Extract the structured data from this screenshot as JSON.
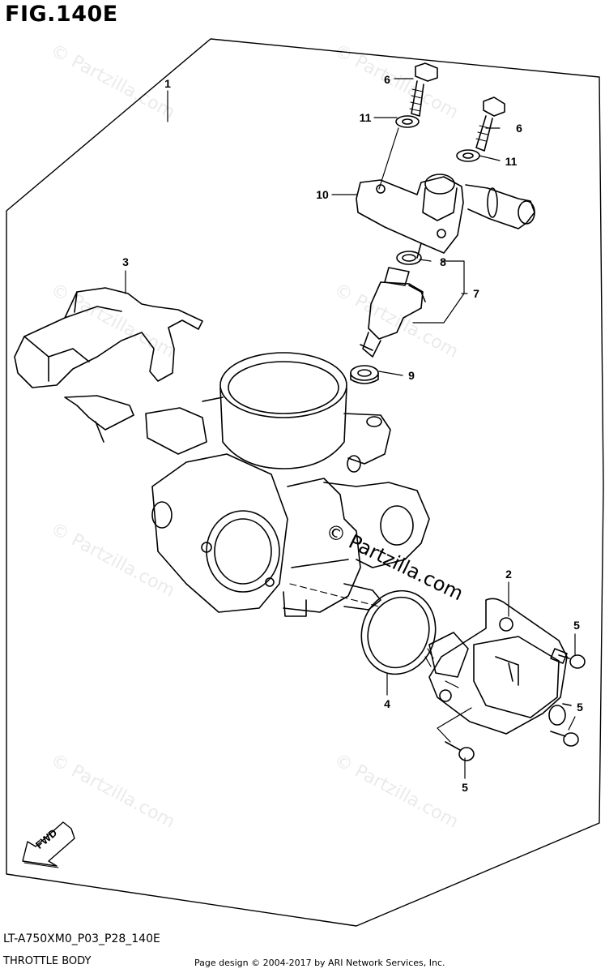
{
  "figure": {
    "title": "FIG.140E",
    "code": "LT-A750XM0_P03_P28_140E",
    "name": "THROTTLE BODY"
  },
  "footer": {
    "credit": "Page design © 2004-2017 by ARI Network Services, Inc."
  },
  "watermark": {
    "text": "© Partzilla.com"
  },
  "fwd_label": "FWD",
  "callouts": [
    {
      "id": "c1",
      "text": "1"
    },
    {
      "id": "c2",
      "text": "2"
    },
    {
      "id": "c3",
      "text": "3"
    },
    {
      "id": "c4",
      "text": "4"
    },
    {
      "id": "c5a",
      "text": "5"
    },
    {
      "id": "c5b",
      "text": "5"
    },
    {
      "id": "c5c",
      "text": "5"
    },
    {
      "id": "c6a",
      "text": "6"
    },
    {
      "id": "c6b",
      "text": "6"
    },
    {
      "id": "c7",
      "text": "7"
    },
    {
      "id": "c8",
      "text": "8"
    },
    {
      "id": "c9",
      "text": "9"
    },
    {
      "id": "c10",
      "text": "10"
    },
    {
      "id": "c11a",
      "text": "11"
    },
    {
      "id": "c11b",
      "text": "11"
    }
  ]
}
